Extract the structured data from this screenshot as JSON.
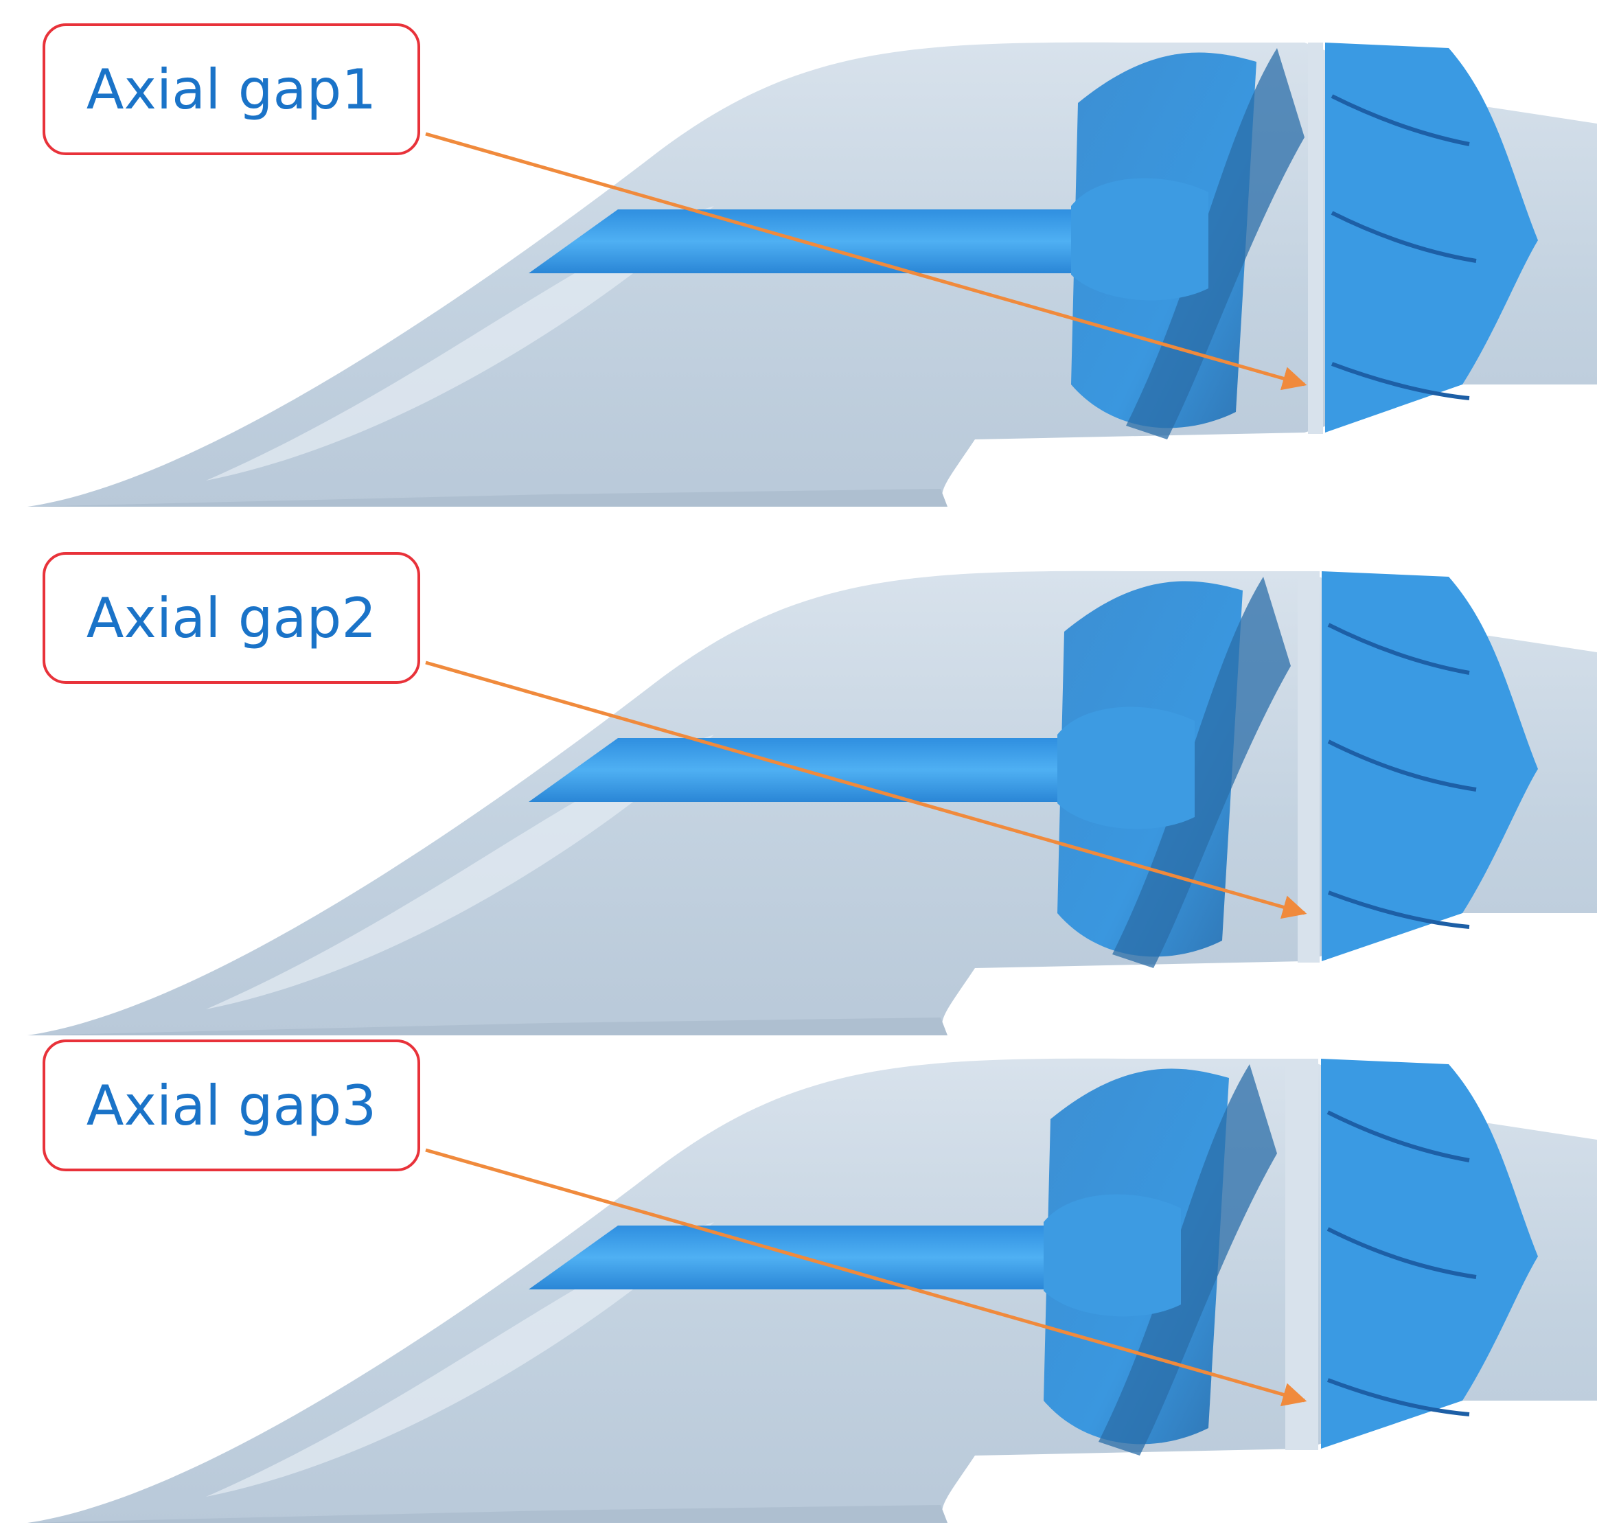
{
  "labels": [
    "Axial gap1",
    "Axial gap2",
    "Axial gap3"
  ],
  "colors": {
    "housing": "#c3d2e0",
    "housing_light": "#dbe5ee",
    "blade": "#3a97df",
    "blade_dark": "#2b6ea8",
    "arrow": "#f08a3c",
    "callout_border": "#e8323a",
    "label_text": "#1a73c8"
  }
}
